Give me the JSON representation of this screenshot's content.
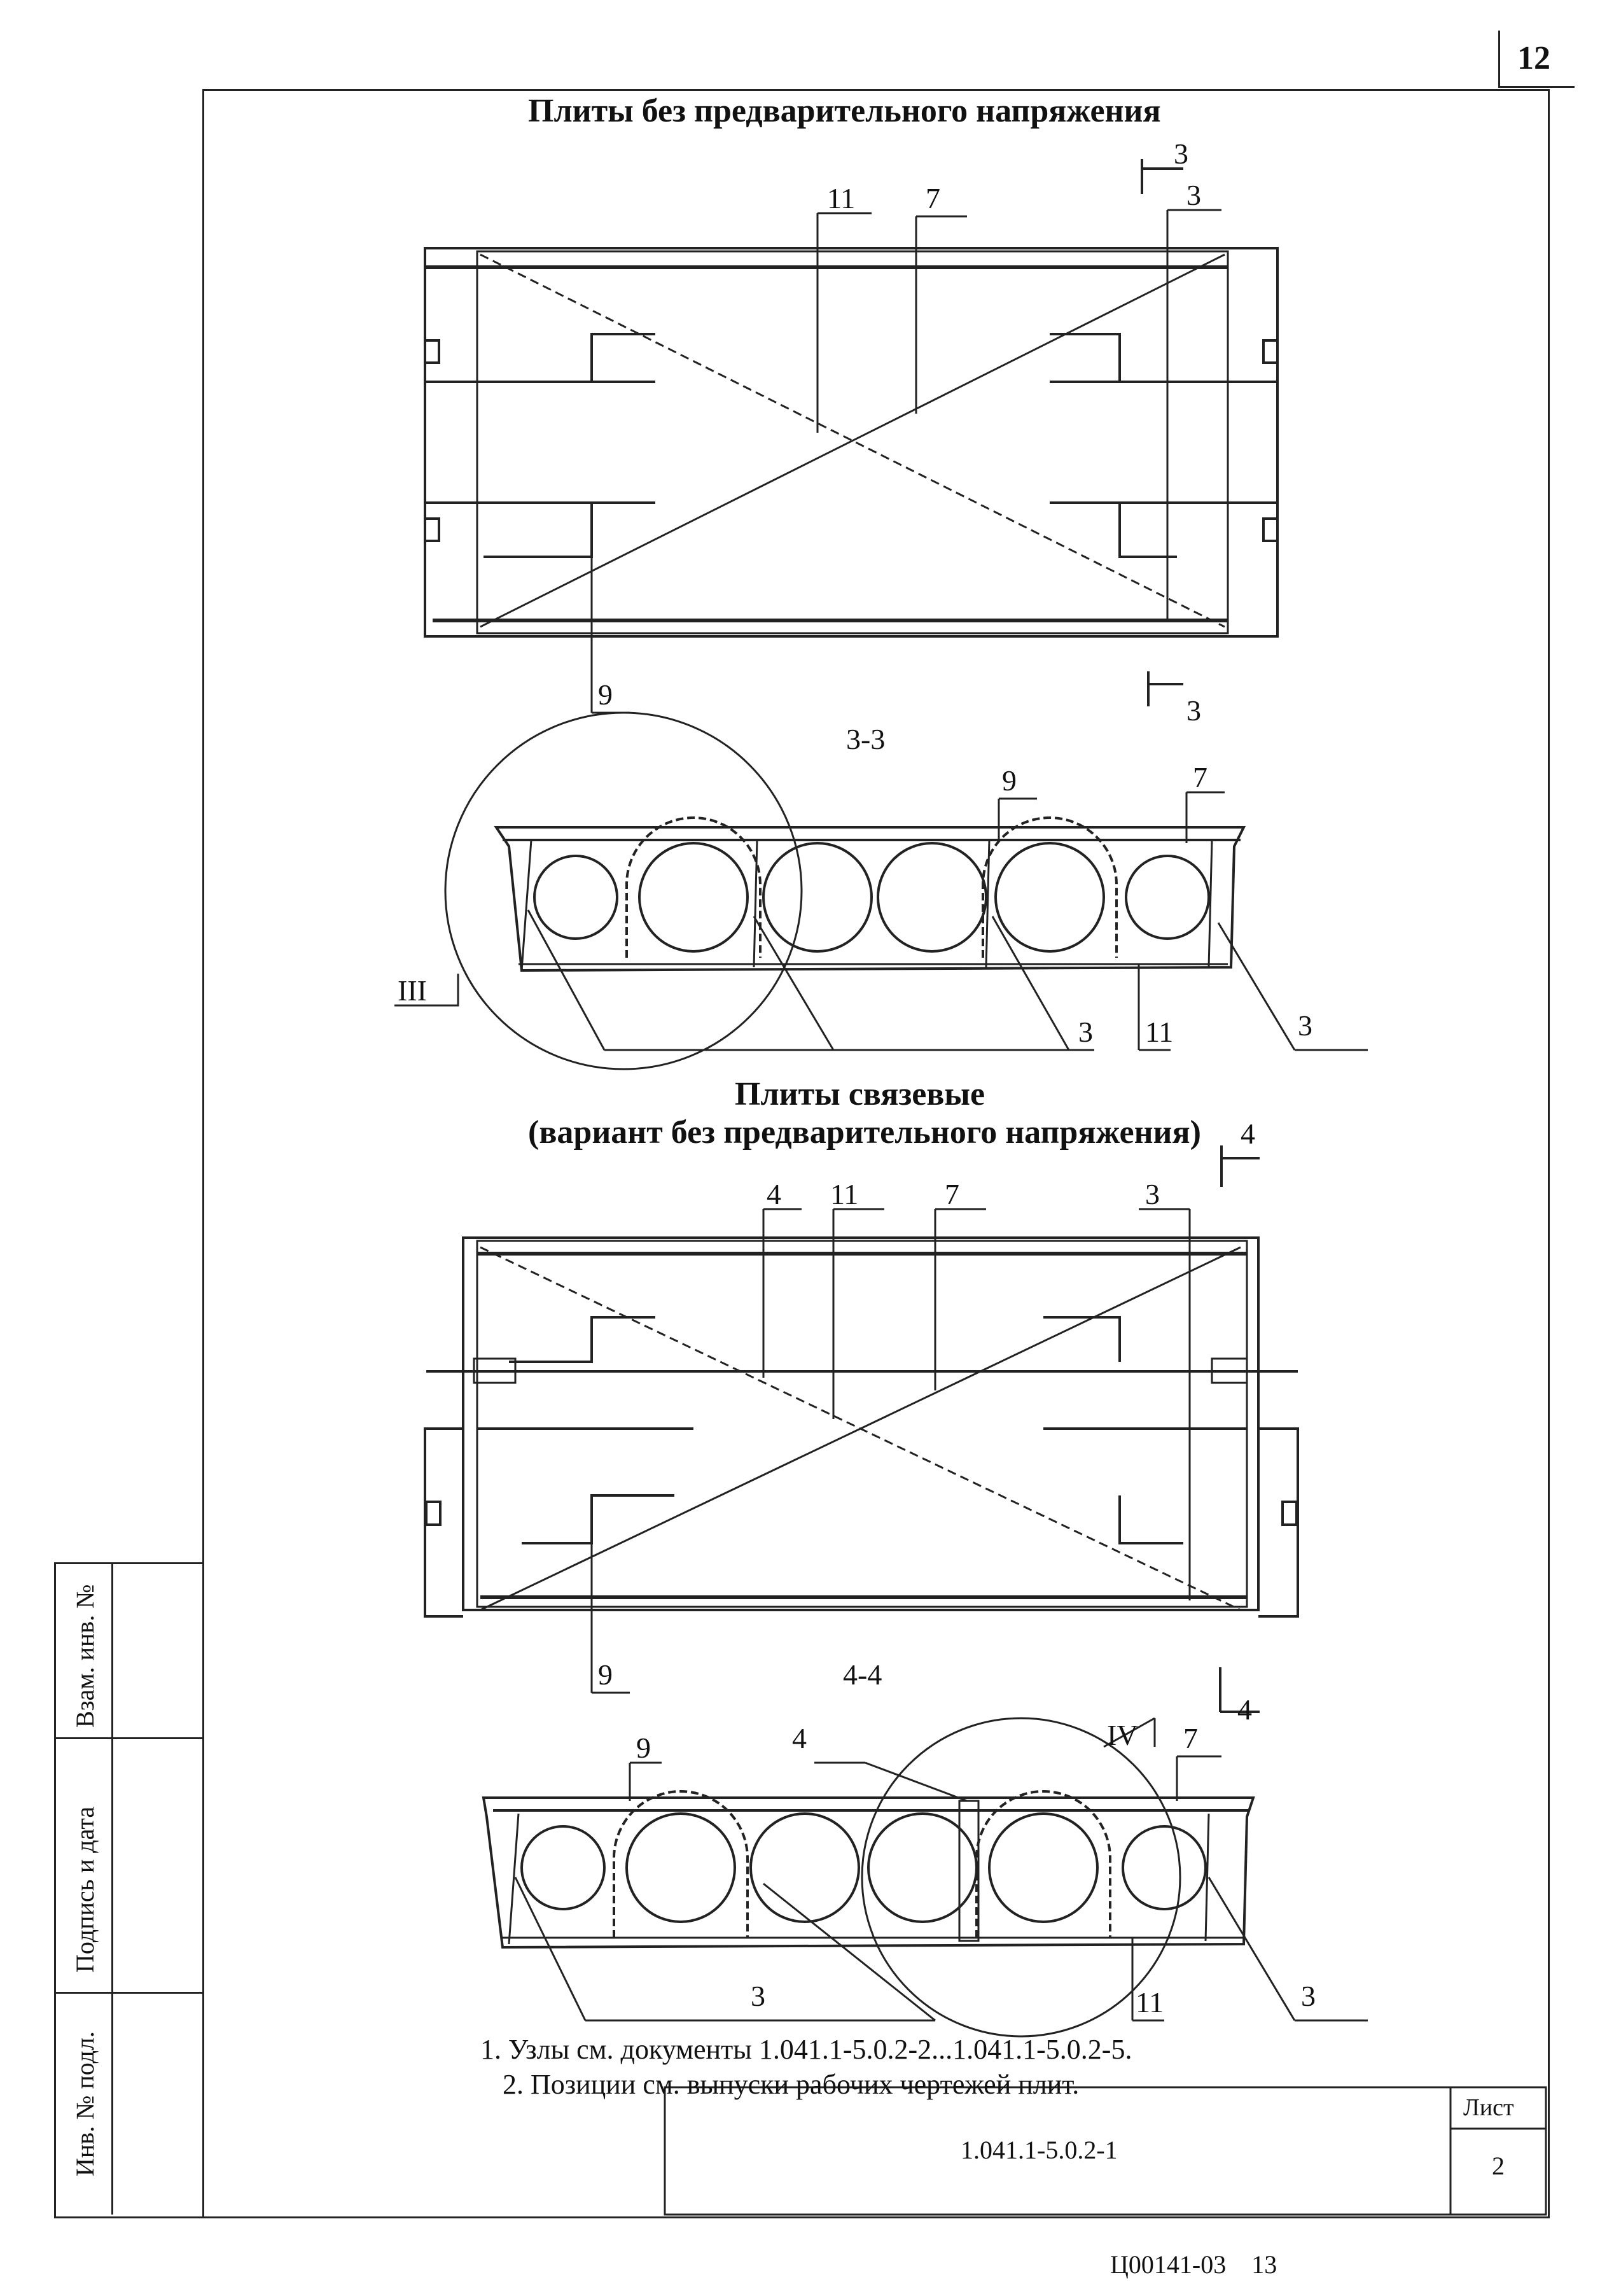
{
  "page_number": "12",
  "sections": {
    "top_title": "Плиты без предварительного напряжения",
    "section_3_3": "3-3",
    "mid_title_line1": "Плиты связевые",
    "mid_title_line2": "(вариант без предварительного напряжения)",
    "section_4_4": "4-4"
  },
  "callouts": {
    "plan1": {
      "c11": "11",
      "c7": "7",
      "c3a": "3",
      "c3b": "3",
      "c9": "9",
      "c3c": "3"
    },
    "sec1": {
      "c9": "9",
      "c7": "7",
      "c3a": "3",
      "c11": "11",
      "c3b": "3",
      "node": "III"
    },
    "plan2": {
      "c4": "4",
      "c11": "11",
      "c7": "7",
      "c3": "3",
      "c4arrow": "4",
      "c9": "9",
      "c4b": "4"
    },
    "sec2": {
      "c9": "9",
      "c4": "4",
      "node": "IV",
      "c7": "7",
      "c3a": "3",
      "c11": "11",
      "c3b": "3"
    }
  },
  "notes": {
    "n1": "1. Узлы см. документы 1.041.1-5.0.2-2...1.041.1-5.0.2-5.",
    "n2": "2. Позиции см. выпуски рабочих чертежей плит."
  },
  "title_block": {
    "doc_code": "1.041.1-5.0.2-1",
    "sheet_label": "Лист",
    "sheet_number": "2"
  },
  "side_stamps": {
    "s1": "Взам. инв. №",
    "s2": "Подпись и дата",
    "s3": "Инв. № подл."
  },
  "footer": "Ц00141-03    13"
}
